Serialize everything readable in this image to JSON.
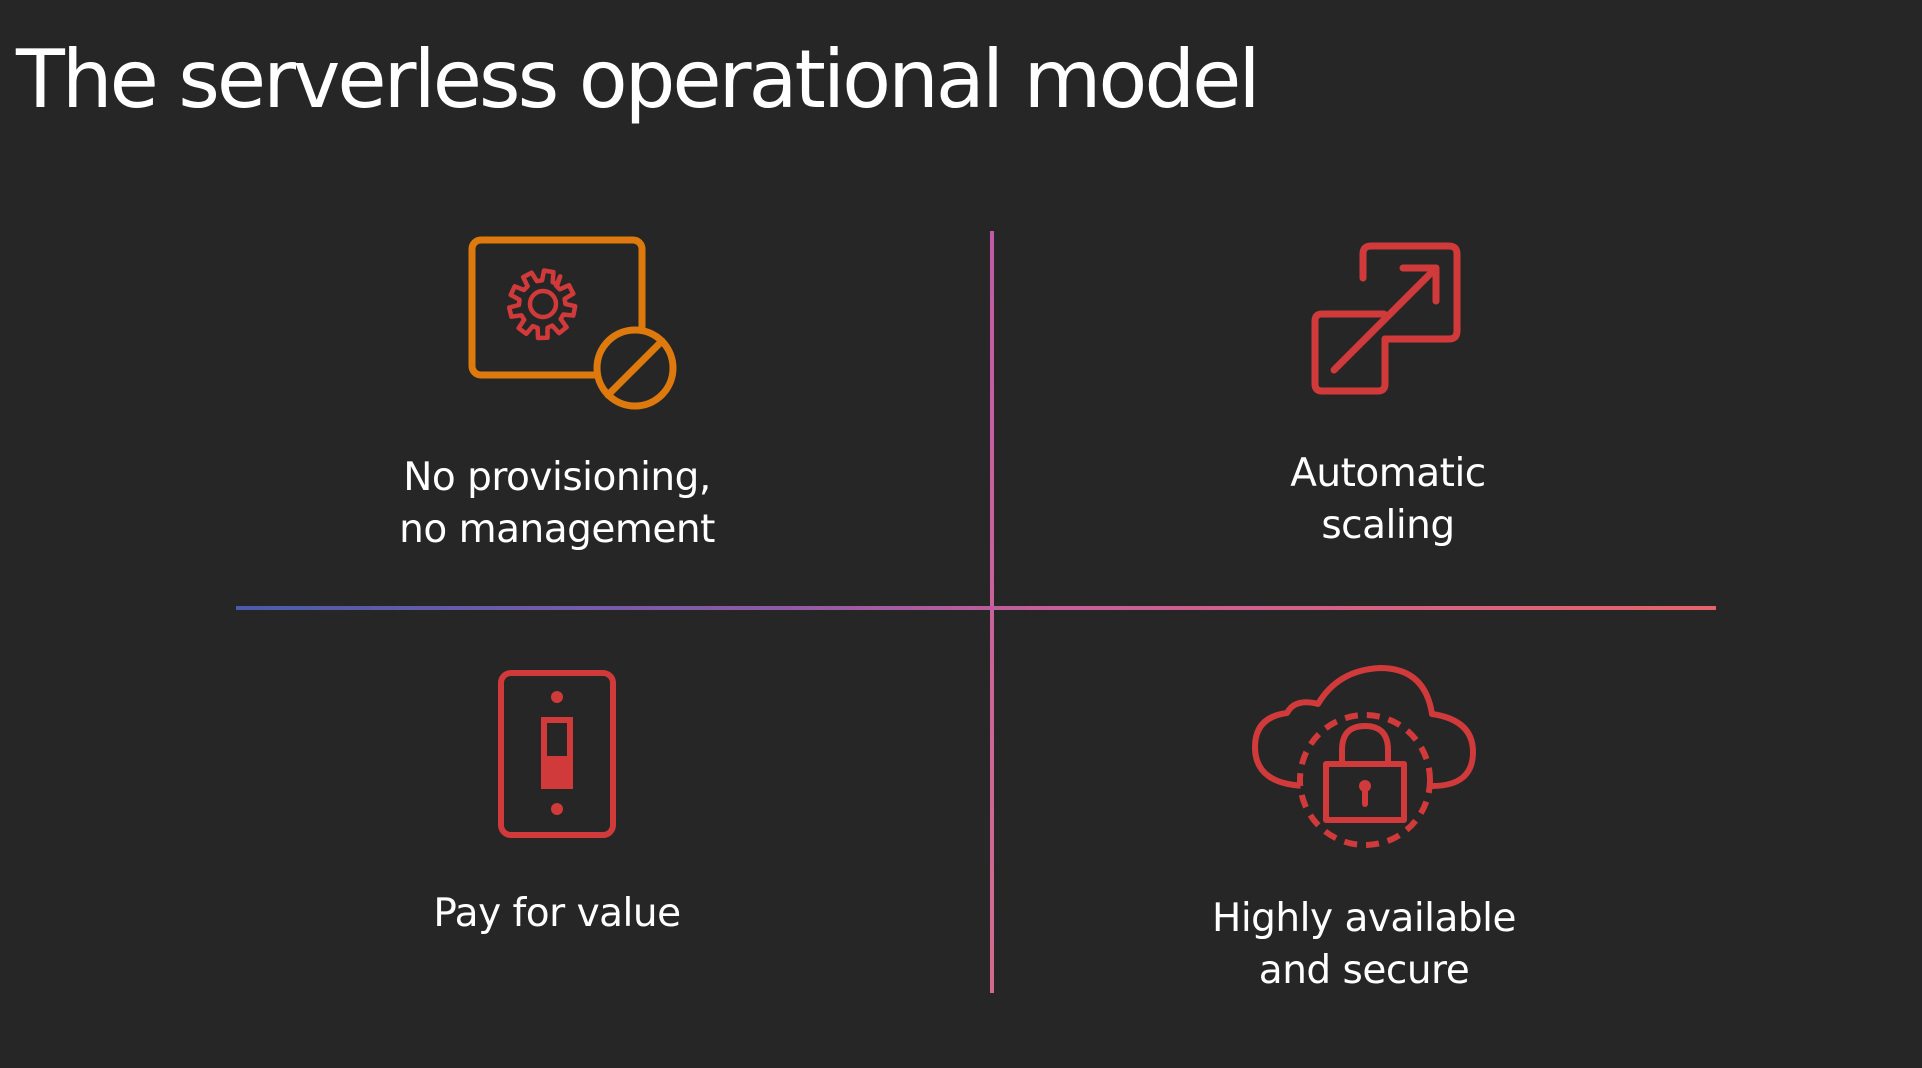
{
  "title": "The serverless operational model",
  "colors": {
    "background": "#262626",
    "orange": "#de7a0d",
    "red": "#d13a3a",
    "divider_start": "#4b5ca8",
    "divider_end": "#e5646a"
  },
  "quadrants": [
    {
      "icon": "server-gear-prohibited-icon",
      "lines": [
        "No provisioning,",
        "no management"
      ]
    },
    {
      "icon": "expand-arrows-icon",
      "lines": [
        "Automatic",
        "scaling"
      ]
    },
    {
      "icon": "light-switch-icon",
      "lines": [
        "Pay for value"
      ]
    },
    {
      "icon": "cloud-lock-icon",
      "lines": [
        "Highly available",
        "and secure"
      ]
    }
  ]
}
